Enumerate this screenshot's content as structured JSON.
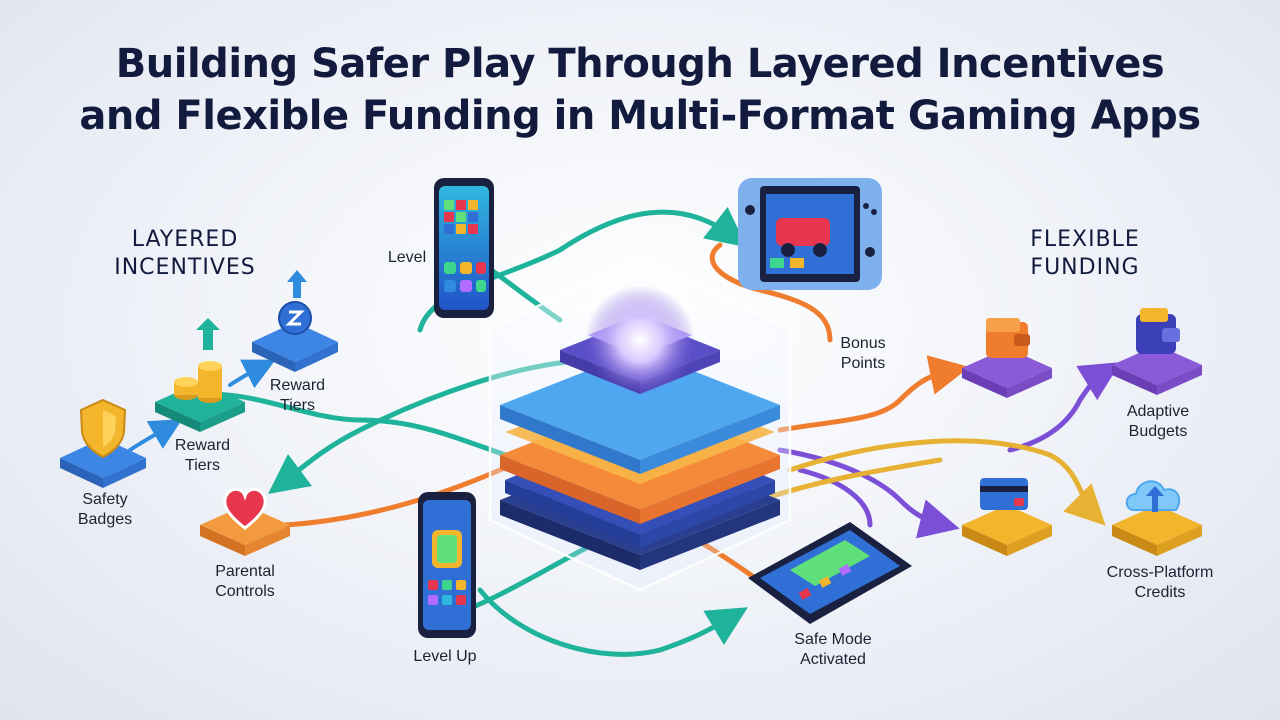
{
  "title": {
    "line1": "Building Safer Play Through Layered Incentives",
    "line2": "and Flexible Funding in Multi-Format Gaming Apps"
  },
  "sections": {
    "left": {
      "line1": "LAYERED",
      "line2": "INCENTIVES"
    },
    "right": {
      "line1": "FLEXIBLE",
      "line2": "FUNDING"
    }
  },
  "incentives": [
    {
      "line1": "Safety",
      "line2": "Badges",
      "icon": "shield-icon"
    },
    {
      "line1": "Reward",
      "line2": "Tiers",
      "icon": "coin-stack-icon"
    },
    {
      "line1": "Reward",
      "line2": "Tiers",
      "icon": "tier-badge-icon"
    },
    {
      "line1": "Parental",
      "line2": "Controls",
      "icon": "heart-icon"
    }
  ],
  "devices": [
    {
      "label": "Level",
      "icon": "smartphone-icon"
    },
    {
      "label": "Level Up",
      "icon": "smartphone-icon"
    },
    {
      "line1": "Bonus",
      "line2": "Points",
      "icon": "handheld-console-icon"
    },
    {
      "line1": "Safe Mode",
      "line2": "Activated",
      "icon": "tablet-icon"
    }
  ],
  "funding": [
    {
      "icon": "wallet-icon"
    },
    {
      "line1": "Adaptive",
      "line2": "Budgets",
      "icon": "wallet-icon"
    },
    {
      "icon": "credit-card-icon"
    },
    {
      "line1": "Cross-Platform",
      "line2": "Credits",
      "icon": "cloud-upload-icon"
    }
  ],
  "colors": {
    "teal": "#1fb39b",
    "orange": "#f07c2e",
    "purple": "#7b4fd6",
    "gold": "#e7b233",
    "blue": "#2f6fd6",
    "navy": "#121b3d"
  }
}
